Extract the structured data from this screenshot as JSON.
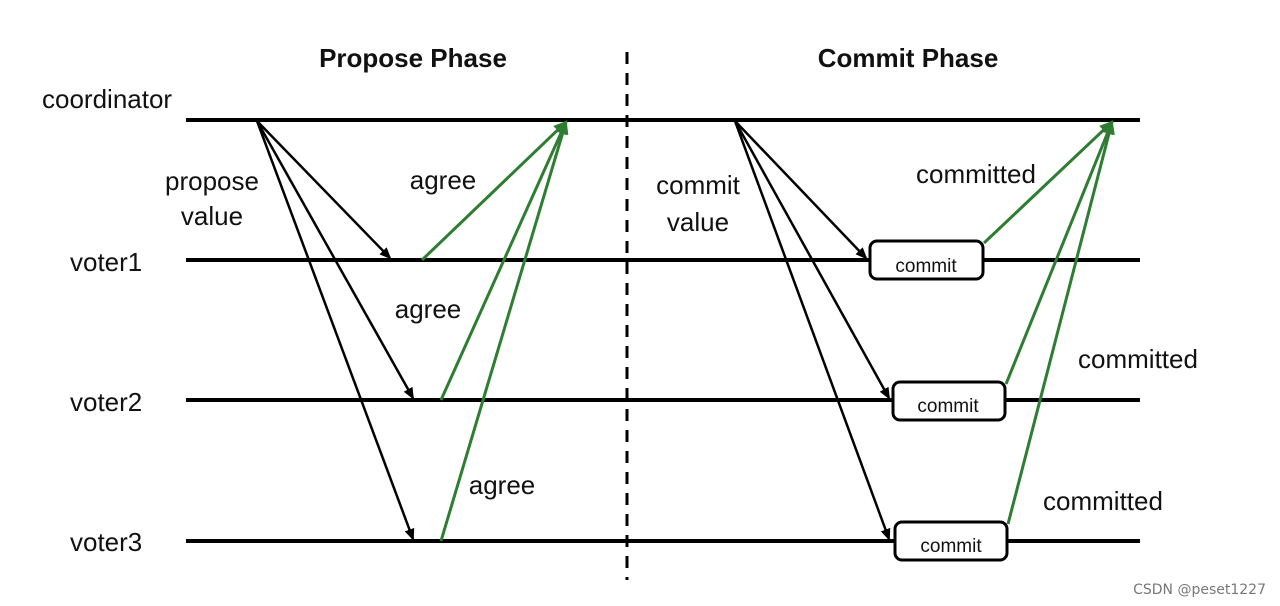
{
  "phases": {
    "propose": "Propose Phase",
    "commit": "Commit Phase"
  },
  "lanes": {
    "coordinator": "coordinator",
    "voter1": "voter1",
    "voter2": "voter2",
    "voter3": "voter3"
  },
  "labels": {
    "propose_line1": "propose",
    "propose_line2": "value",
    "commit_line1": "commit",
    "commit_line2": "value",
    "agree_1": "agree",
    "agree_2": "agree",
    "agree_3": "agree",
    "committed_1": "committed",
    "committed_2": "committed",
    "committed_3": "committed"
  },
  "commit_boxes": [
    "commit",
    "commit",
    "commit"
  ],
  "watermark": "CSDN @peset1227",
  "colors": {
    "lines": "#000000",
    "request_arrows": "#000000",
    "response_arrows": "#2e7d32"
  }
}
